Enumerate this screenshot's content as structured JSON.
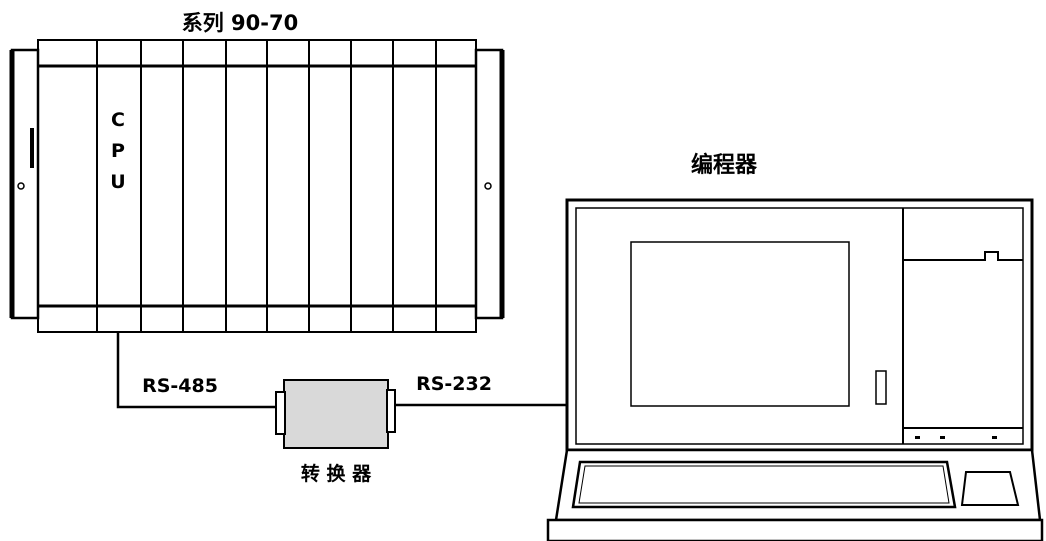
{
  "diagram": {
    "plc_title": "系列 90-70",
    "cpu_label": "CPU",
    "programmer_title": "编程器",
    "converter_label": "转 换 器",
    "link_plc": "RS-485",
    "link_programmer": "RS-232"
  },
  "colors": {
    "stroke": "#000000",
    "converter_fill": "#d9d9d9",
    "background": "#ffffff"
  }
}
